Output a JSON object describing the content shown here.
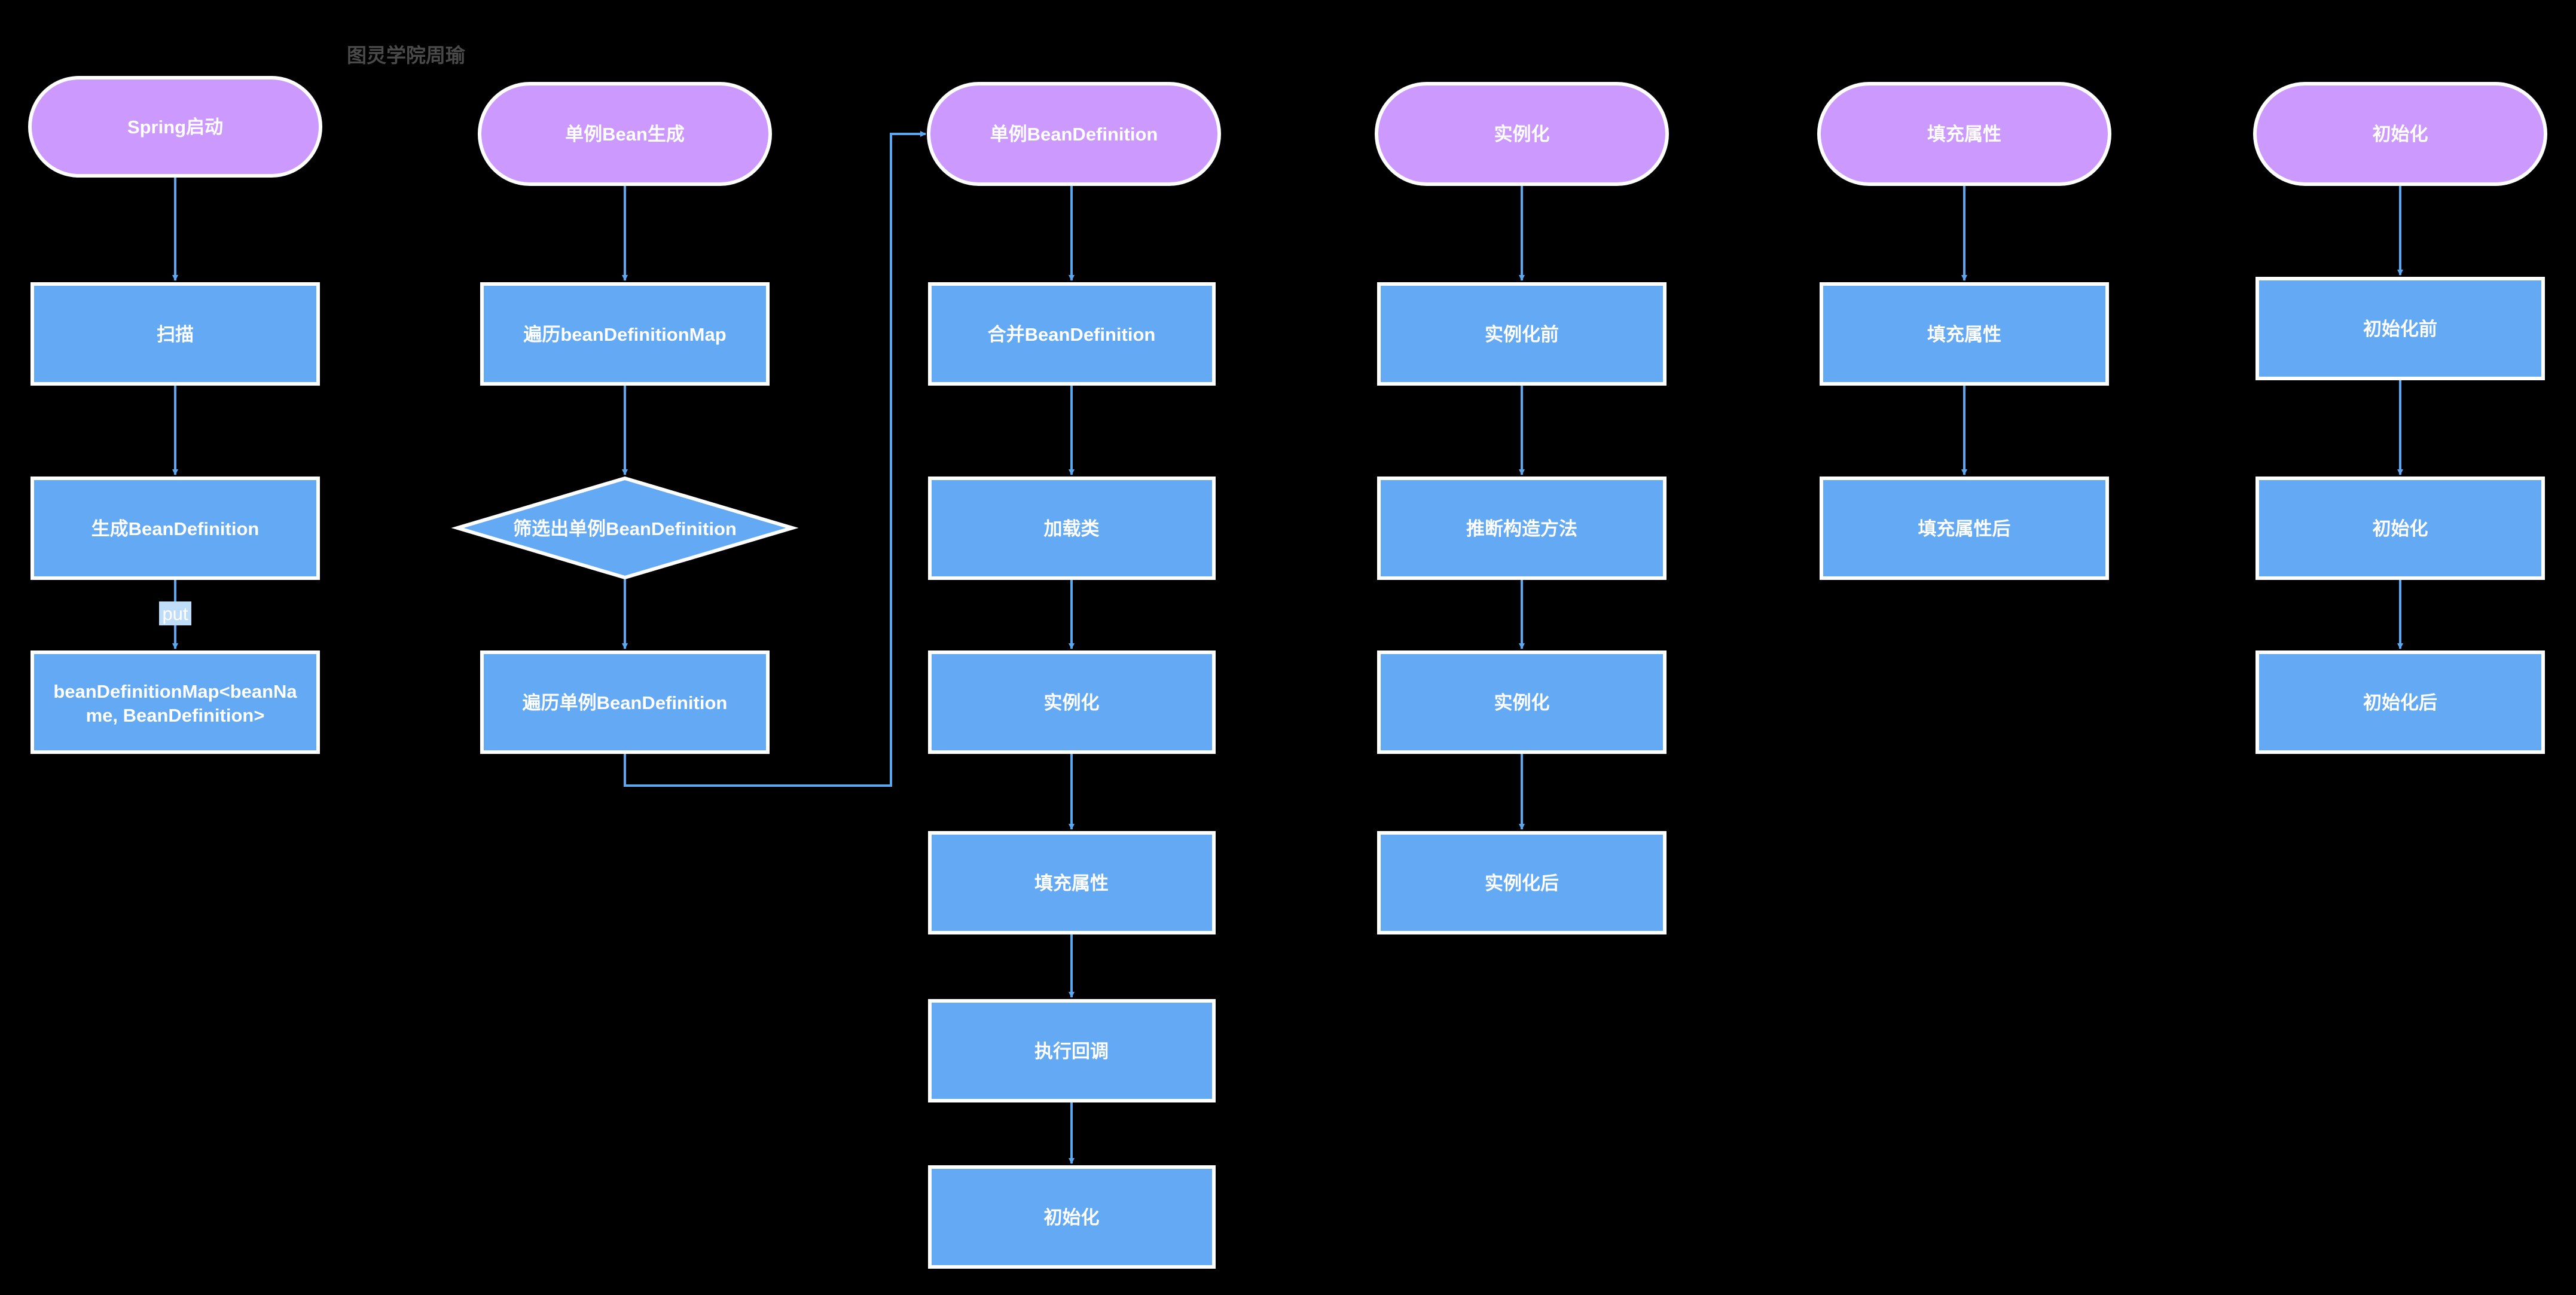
{
  "watermark": "图灵学院周瑜",
  "colors": {
    "background": "#000000",
    "terminal_fill": "#cc99ff",
    "process_fill": "#63a9f4",
    "border": "#ffffff",
    "edge": "#5aa8f0",
    "edge_label_bg": "#bfdcf8"
  },
  "columns": {
    "spring": {
      "start": "Spring启动",
      "scan": "扫描",
      "gen_bd": "生成BeanDefinition",
      "put_label": "put",
      "map": [
        "beanDefinitionMap<beanNa",
        "me, BeanDefinition>"
      ]
    },
    "singleton": {
      "start": "单例Bean生成",
      "traverse_map": "遍历beanDefinitionMap",
      "filter": "筛选出单例BeanDefinition",
      "traverse_singleton": "遍历单例BeanDefinition"
    },
    "singleton_bd": {
      "start": "单例BeanDefinition",
      "merge": "合并BeanDefinition",
      "load_class": "加载类",
      "instantiate": "实例化",
      "populate": "填充属性",
      "callback": "执行回调",
      "initialize": "初始化"
    },
    "instantiation": {
      "start": "实例化",
      "before": "实例化前",
      "infer_ctor": "推断构造方法",
      "instantiate": "实例化",
      "after": "实例化后"
    },
    "populate": {
      "start": "填充属性",
      "populate": "填充属性",
      "after": "填充属性后"
    },
    "init": {
      "start": "初始化",
      "before": "初始化前",
      "initialize": "初始化",
      "after": "初始化后"
    }
  }
}
